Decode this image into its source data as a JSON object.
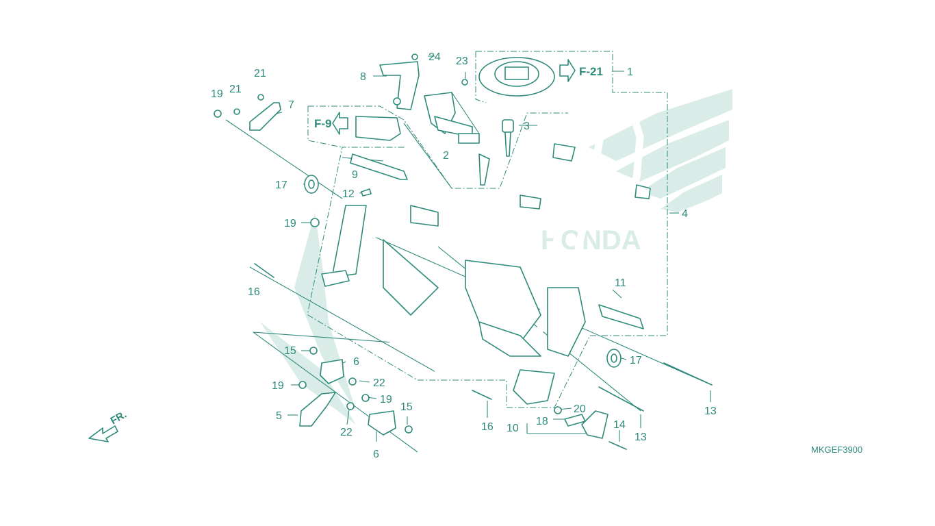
{
  "diagram": {
    "code": "MKGEF3900",
    "front_marker": "FR.",
    "watermark_text": "HONDA",
    "references": [
      {
        "id": "ref-f21",
        "label": "F-21"
      },
      {
        "id": "ref-f9",
        "label": "F-9"
      }
    ],
    "callouts": [
      "1",
      "2",
      "3",
      "4",
      "5",
      "6",
      "6",
      "7",
      "8",
      "9",
      "10",
      "11",
      "12",
      "13",
      "13",
      "14",
      "15",
      "15",
      "16",
      "16",
      "17",
      "17",
      "18",
      "19",
      "19",
      "19",
      "20",
      "21",
      "21",
      "22",
      "22",
      "23",
      "24"
    ],
    "colors": {
      "line": "#2e8a7a",
      "watermark": "#d9ece8",
      "background": "#ffffff"
    }
  }
}
